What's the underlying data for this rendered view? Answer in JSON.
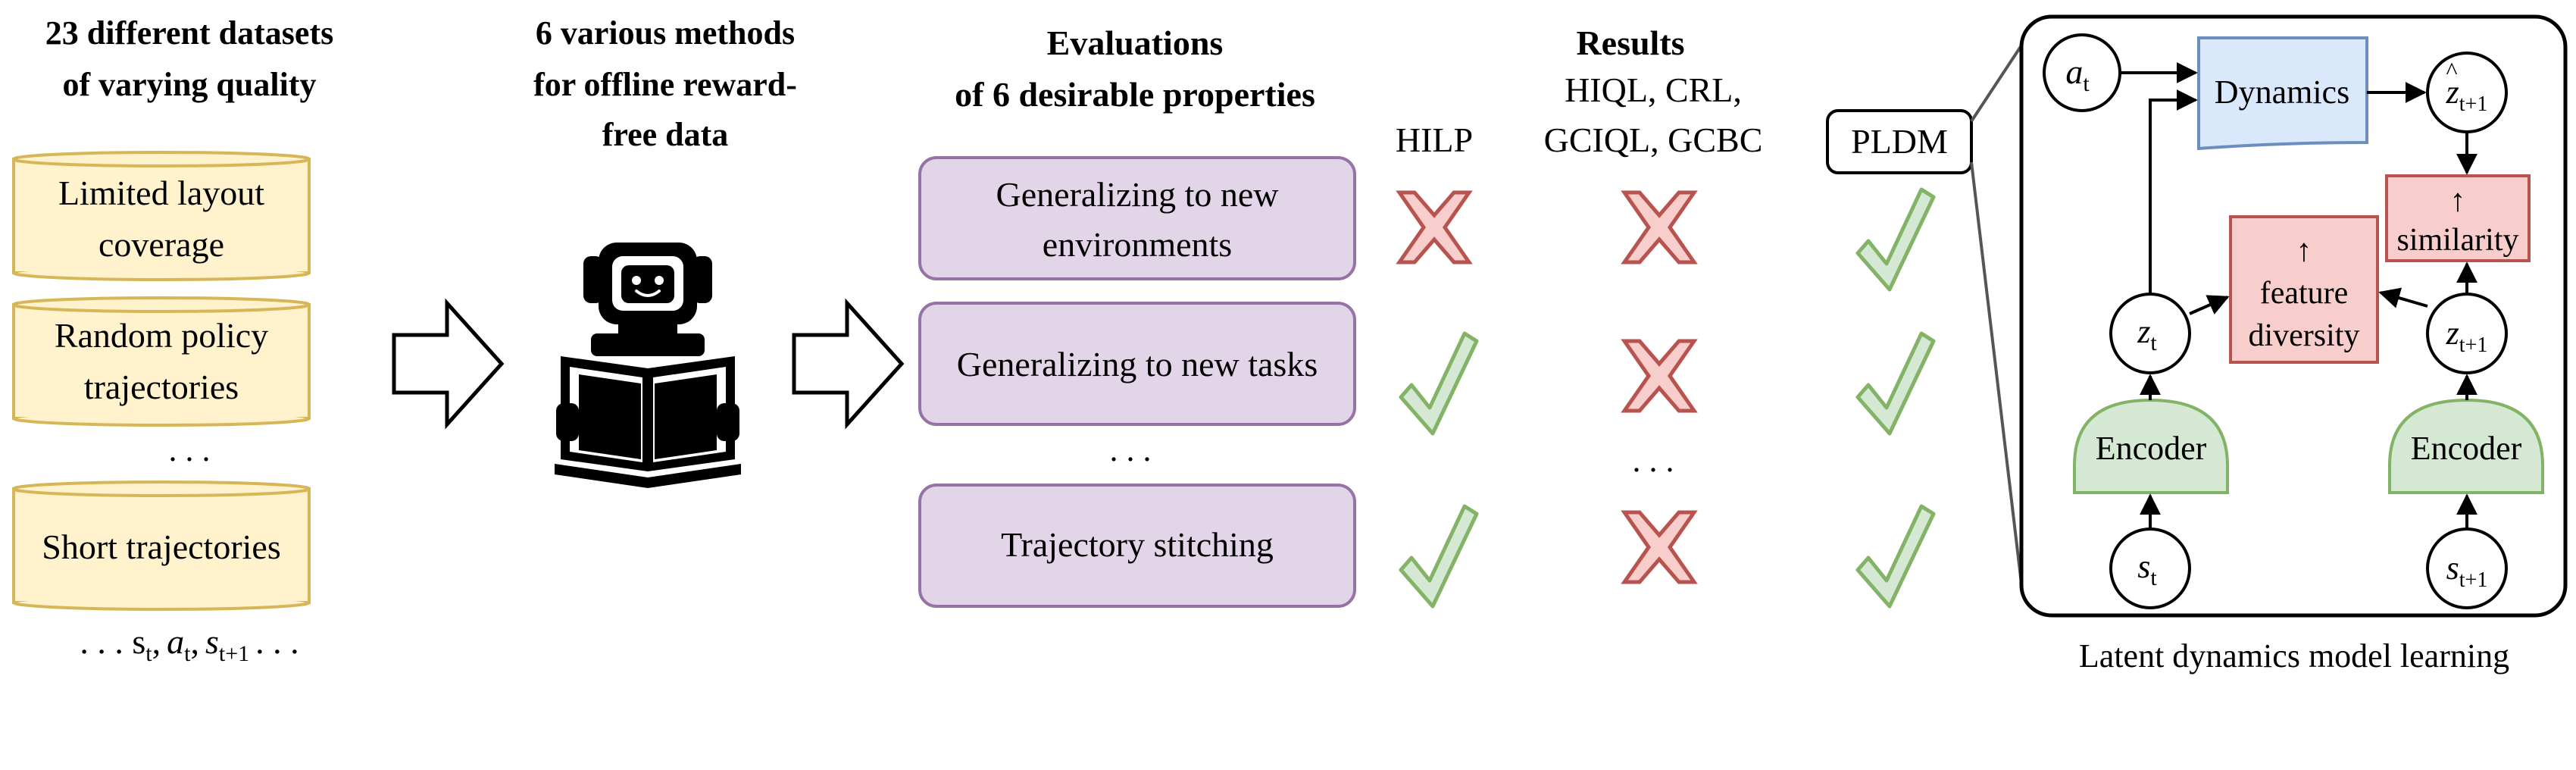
{
  "datasets": {
    "title_line1": "23 different datasets",
    "title_line2": "of varying quality",
    "items": [
      {
        "line1": "Limited layout",
        "line2": "coverage"
      },
      {
        "line1": "Random policy",
        "line2": "trajectories"
      },
      {
        "line1": "Short trajectories",
        "line2": ""
      }
    ],
    "ellipsis": ". . .",
    "sequence": ". . . s",
    "seq_a": "a",
    "seq_s": "s",
    "seq_sub_t": "t",
    "seq_sub_t1": "t+1",
    "seq_tail": ". . .",
    "comma": ","
  },
  "methods": {
    "title_line1": "6 various methods",
    "title_line2": "for offline reward-",
    "title_line3": "free data"
  },
  "evaluations": {
    "title_line1": "Evaluations",
    "title_line2": "of 6 desirable properties",
    "items": [
      {
        "line1": "Generalizing to new",
        "line2": "environments"
      },
      {
        "line1": "Generalizing to new tasks",
        "line2": ""
      },
      {
        "line1": "Trajectory stitching",
        "line2": ""
      }
    ],
    "ellipsis": ". . ."
  },
  "results": {
    "title": "Results",
    "hilp_label": "HILP",
    "group_line1": "HIQL, CRL,",
    "group_line2": "GCIQL, GCBC",
    "pldm_label": "PLDM",
    "ellipsis": ". . .",
    "rows": [
      {
        "hilp": "cross",
        "group": "cross",
        "pldm": "check"
      },
      {
        "hilp": "check",
        "group": "cross",
        "pldm": "check"
      },
      {
        "hilp": "check",
        "group": "cross",
        "pldm": "check"
      }
    ]
  },
  "model": {
    "caption": "Latent dynamics model learning",
    "dynamics_label": "Dynamics",
    "encoder_label": "Encoder",
    "feature_up": "↑",
    "feature_line1": "feature",
    "feature_line2": "diversity",
    "similarity_up": "↑",
    "similarity_line": "similarity",
    "var_a": "a",
    "var_z": "z",
    "var_s": "s",
    "sub_t": "t",
    "sub_t1": "t+1"
  },
  "colors": {
    "dataset_fill": "#fff2cc",
    "dataset_stroke": "#d6b656",
    "eval_fill": "#e1d5e7",
    "eval_stroke": "#9673a6",
    "cross_fill": "#f8cecc",
    "cross_stroke": "#b85450",
    "check_fill": "#d5e8d4",
    "check_stroke": "#82b366",
    "dynamics_fill": "#dae8fc",
    "dynamics_stroke": "#6c8ebf",
    "encoder_fill": "#d5e8d4",
    "encoder_stroke": "#82b366",
    "loss_fill": "#f8cecc",
    "loss_stroke": "#b85450"
  },
  "icons": {
    "robot": "robot-reading-book-icon",
    "arrow": "hollow-right-arrow-icon",
    "check": "check-icon",
    "cross": "cross-icon"
  }
}
